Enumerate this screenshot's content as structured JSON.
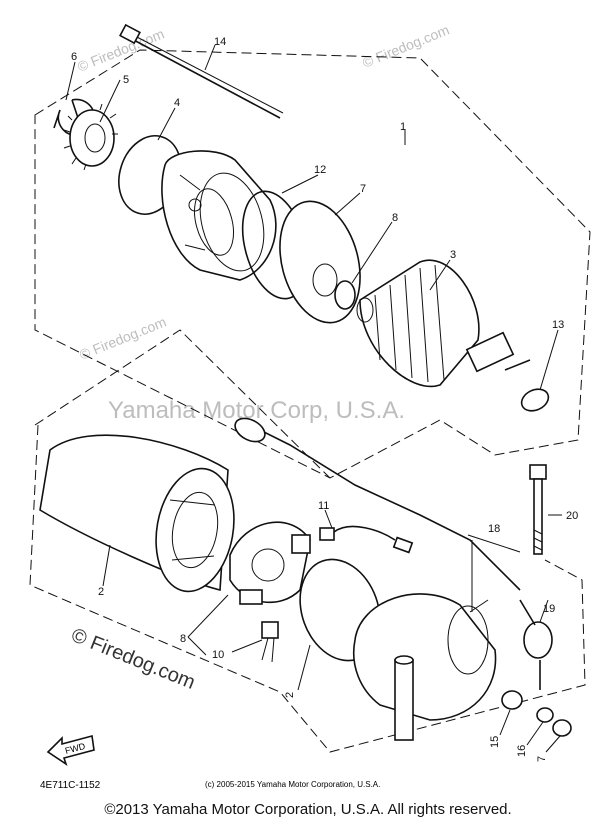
{
  "watermarks": {
    "firedog_small": "© Firedog.com",
    "center": "Yamaha Motor Corp, U.S.A.",
    "firedog_large": "© Firedog.com"
  },
  "callouts": {
    "c1": "1",
    "c2a": "2",
    "c2b": "2",
    "c3": "3",
    "c4": "4",
    "c5": "5",
    "c6": "6",
    "c7a": "7",
    "c7b": "7",
    "c8a": "8",
    "c8b": "8",
    "c10": "10",
    "c11": "11",
    "c12": "12",
    "c13": "13",
    "c14": "14",
    "c15": "15",
    "c16": "16",
    "c18": "18",
    "c19": "19",
    "c20": "20"
  },
  "fwd_label": "FWD",
  "drawing_number": "4E711C-1152",
  "small_copyright": "(c) 2005-2015 Yamaha Motor Corporation, U.S.A.",
  "footer_copyright": "©2013 Yamaha Motor Corporation, U.S.A. All rights reserved."
}
